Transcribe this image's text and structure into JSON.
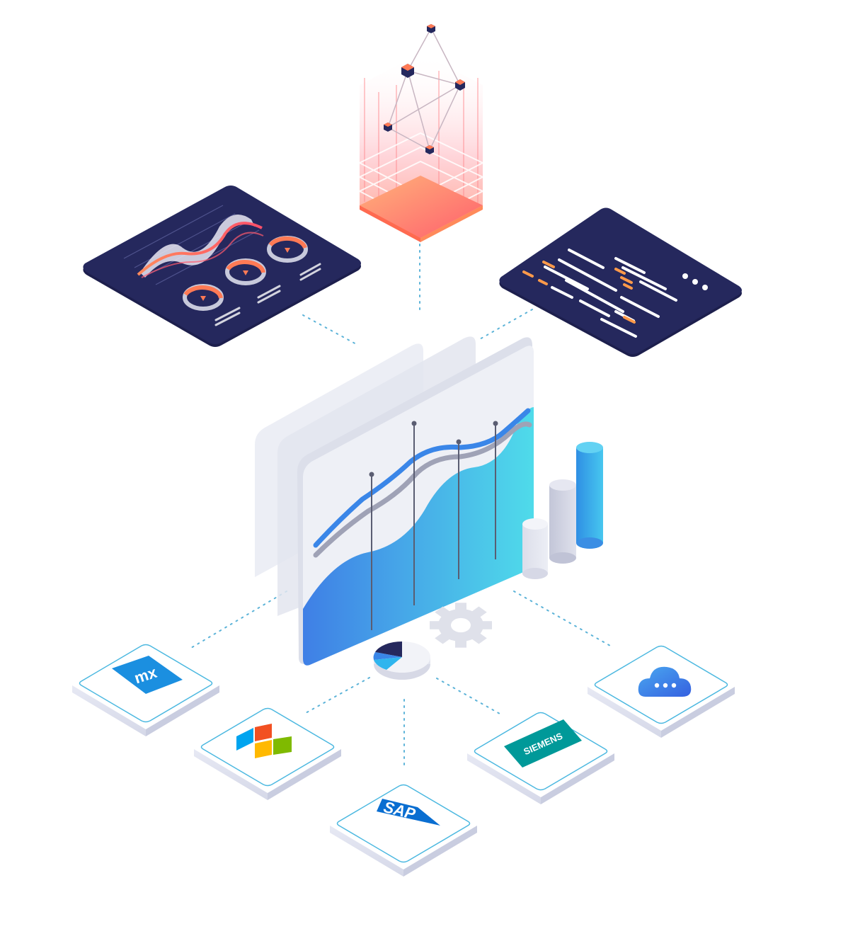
{
  "colors": {
    "navy": "#25285d",
    "orange": "#ff8a5b",
    "coral": "#ff5a6e",
    "blue": "#3a86e8",
    "cyan": "#4dd9ec",
    "grey": "#c9cbd9",
    "tile_border": "#4bb8e0",
    "dotted": "#5cb3d8",
    "mendix_blue": "#1b8fe0",
    "ms_red": "#f25022",
    "ms_green": "#7fba00",
    "ms_blue": "#00a4ef",
    "ms_yellow": "#ffb900",
    "sap_blue": "#0a6ed1",
    "siemens_teal": "#009999"
  },
  "logos": {
    "mendix": "mx",
    "sap": "SAP",
    "siemens": "SIEMENS"
  },
  "icons": [
    "network-cube-icon",
    "dashboard-panel-icon",
    "code-panel-icon",
    "area-chart-icon",
    "cylinder-bars-icon",
    "gear-icon",
    "pie-chart-icon",
    "mendix-logo-icon",
    "microsoft-logo-icon",
    "sap-logo-icon",
    "siemens-logo-icon",
    "cloud-icon"
  ]
}
